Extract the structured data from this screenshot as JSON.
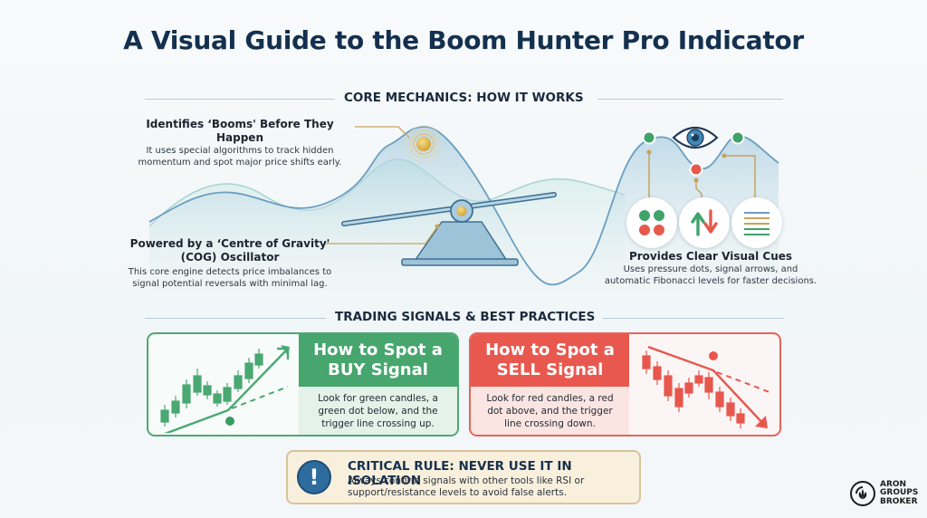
{
  "title": "A Visual Guide to the Boom Hunter Pro Indicator",
  "core_mechanics": {
    "heading": "CORE MECHANICS: HOW IT WORKS",
    "booms": {
      "title": "Identifies ‘Booms' Before They Happen",
      "text_line1": "It uses special algorithms to track hidden",
      "text_line2": "momentum and spot major price shifts early."
    },
    "cog": {
      "title_line1": "Powered by a ‘Centre of Gravity'",
      "title_line2": "(COG) Oscillator",
      "text_line1": "This core engine detects price imbalances to",
      "text_line2": "signal potential reversals with minimal lag."
    },
    "visual_cues": {
      "title": "Provides Clear Visual Cues",
      "text_line1": "Uses pressure dots, signal arrows, and",
      "text_line2": "automatic Fibonacci levels for faster decisions.",
      "icons": [
        "pressure-dots-icon",
        "signal-arrows-icon",
        "fibonacci-levels-icon"
      ]
    }
  },
  "trading_signals": {
    "heading": "TRADING SIGNALS & BEST PRACTICES",
    "buy": {
      "title_line1": "How to Spot a",
      "title_line2": "BUY Signal",
      "text_line1": "Look for green candles, a",
      "text_line2": "green dot below, and the",
      "text_line3": "trigger line crossing up.",
      "color": "#46a66e"
    },
    "sell": {
      "title_line1": "How to Spot a",
      "title_line2": "SELL Signal",
      "text_line1": "Look for red candles, a red",
      "text_line2": "dot above, and the trigger",
      "text_line3": "line crossing down.",
      "color": "#e9584e"
    }
  },
  "critical_rule": {
    "icon": "!",
    "title": "CRITICAL RULE: NEVER USE IT IN ISOLATION",
    "text_line1": "Always confirm signals with other tools like RSI or",
    "text_line2": "support/resistance levels to avoid false alerts."
  },
  "logo": {
    "line1": "ARON",
    "line2": "GROUPS",
    "line3": "BROKER"
  },
  "colors": {
    "title": "#14304f",
    "buy_green": "#46a66e",
    "sell_red": "#e9584e",
    "gold": "#d4a93f",
    "wave_blue": "#7fb2cf"
  }
}
